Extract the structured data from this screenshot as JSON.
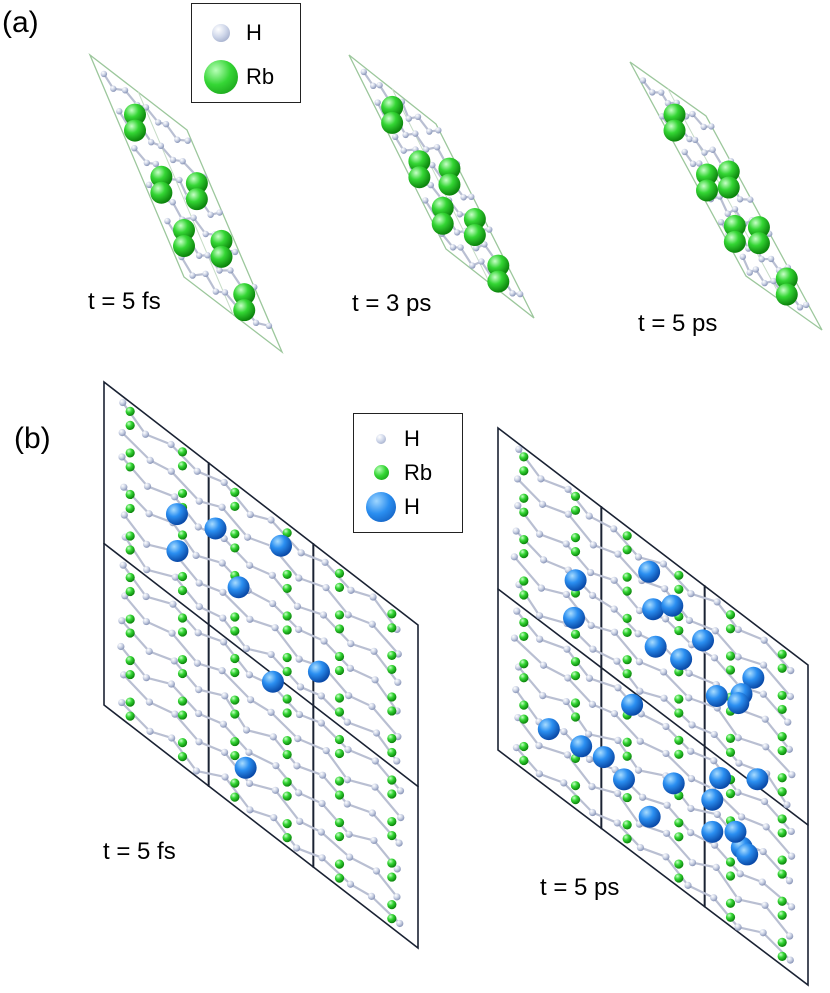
{
  "panel_a": {
    "label": "(a)",
    "legend": [
      {
        "symbol": "H",
        "icon": "h-atom-icon",
        "color": "#c7cfe2"
      },
      {
        "symbol": "Rb",
        "icon": "rb-atom-icon",
        "color": "#2fd62f"
      }
    ],
    "frames": [
      {
        "time_label": "t = 5 fs"
      },
      {
        "time_label": "t = 3 ps"
      },
      {
        "time_label": "t = 5 ps"
      }
    ]
  },
  "panel_b": {
    "label": "(b)",
    "legend": [
      {
        "symbol": "H",
        "icon": "h-atom-small-icon",
        "color": "#c7cfe2"
      },
      {
        "symbol": "Rb",
        "icon": "rb-atom-small-icon",
        "color": "#2fd62f"
      },
      {
        "symbol": "H",
        "icon": "h-atom-highlight-icon",
        "color": "#2a8ef0"
      }
    ],
    "frames": [
      {
        "time_label": "t = 5 fs"
      },
      {
        "time_label": "t = 5 ps"
      }
    ]
  },
  "colors": {
    "cell_a": "#9cc79c",
    "cell_b": "#1a2233",
    "bond": "#b9bfd2",
    "h_atom": "#c7cfe2",
    "rb_atom": "#2fd62f",
    "h_highlight": "#2a8ef0"
  }
}
